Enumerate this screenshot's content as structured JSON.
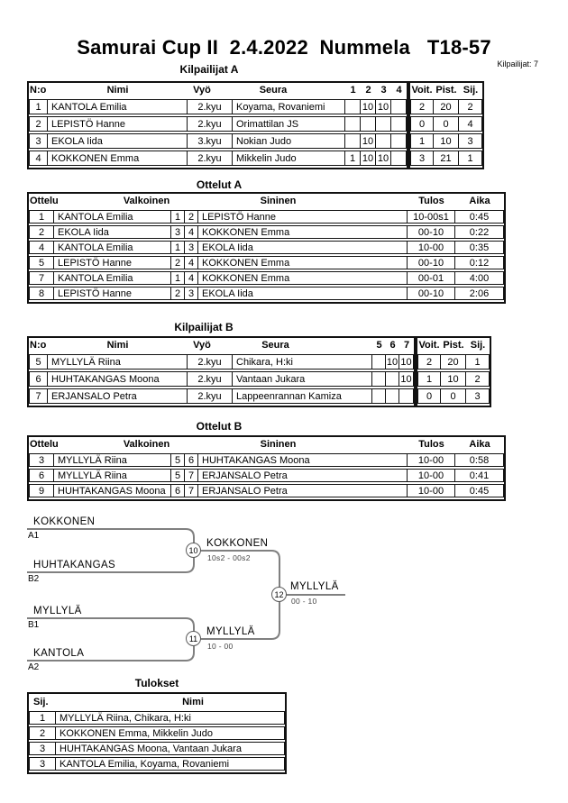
{
  "page": {
    "title": "Samurai Cup II  2.4.2022  Nummela   T18-57",
    "competitors_label": "Kilpailijat: 7"
  },
  "pool_a": {
    "title": "Kilpailijat A",
    "headers": {
      "no": "N:o",
      "name": "Nimi",
      "belt": "Vyö",
      "club": "Seura",
      "r1": "1",
      "r2": "2",
      "r3": "3",
      "r4": "4",
      "wins": "Voit.",
      "points": "Pist.",
      "place": "Sij."
    },
    "rows": [
      {
        "no": "1",
        "name": "KANTOLA Emilia",
        "belt": "2.kyu",
        "club": "Koyama, Rovaniemi",
        "r1": "",
        "r2": "10",
        "r3": "10",
        "r4": "",
        "wins": "2",
        "points": "20",
        "place": "2"
      },
      {
        "no": "2",
        "name": "LEPISTÖ Hanne",
        "belt": "2.kyu",
        "club": "Orimattilan JS",
        "r1": "",
        "r2": "",
        "r3": "",
        "r4": "",
        "wins": "0",
        "points": "0",
        "place": "4"
      },
      {
        "no": "3",
        "name": "EKOLA Iida",
        "belt": "3.kyu",
        "club": "Nokian Judo",
        "r1": "",
        "r2": "10",
        "r3": "",
        "r4": "",
        "wins": "1",
        "points": "10",
        "place": "3"
      },
      {
        "no": "4",
        "name": "KOKKONEN Emma",
        "belt": "2.kyu",
        "club": "Mikkelin Judo",
        "r1": "1",
        "r2": "10",
        "r3": "10",
        "r4": "",
        "wins": "3",
        "points": "21",
        "place": "1"
      }
    ]
  },
  "matches_a": {
    "title": "Ottelut A",
    "headers": {
      "match": "Ottelu",
      "white": "Valkoinen",
      "blue": "Sininen",
      "result": "Tulos",
      "time": "Aika"
    },
    "rows": [
      {
        "no": "1",
        "white": "KANTOLA Emilia",
        "wn": "1",
        "bn": "2",
        "blue": "LEPISTÖ Hanne",
        "result": "10-00s1",
        "time": "0:45"
      },
      {
        "no": "2",
        "white": "EKOLA Iida",
        "wn": "3",
        "bn": "4",
        "blue": "KOKKONEN Emma",
        "result": "00-10",
        "time": "0:22"
      },
      {
        "no": "4",
        "white": "KANTOLA Emilia",
        "wn": "1",
        "bn": "3",
        "blue": "EKOLA Iida",
        "result": "10-00",
        "time": "0:35"
      },
      {
        "no": "5",
        "white": "LEPISTÖ Hanne",
        "wn": "2",
        "bn": "4",
        "blue": "KOKKONEN Emma",
        "result": "00-10",
        "time": "0:12"
      },
      {
        "no": "7",
        "white": "KANTOLA Emilia",
        "wn": "1",
        "bn": "4",
        "blue": "KOKKONEN Emma",
        "result": "00-01",
        "time": "4:00"
      },
      {
        "no": "8",
        "white": "LEPISTÖ Hanne",
        "wn": "2",
        "bn": "3",
        "blue": "EKOLA Iida",
        "result": "00-10",
        "time": "2:06"
      }
    ]
  },
  "pool_b": {
    "title": "Kilpailijat B",
    "headers": {
      "no": "N:o",
      "name": "Nimi",
      "belt": "Vyö",
      "club": "Seura",
      "r1": "5",
      "r2": "6",
      "r3": "7",
      "wins": "Voit.",
      "points": "Pist.",
      "place": "Sij."
    },
    "rows": [
      {
        "no": "5",
        "name": "MYLLYLÄ Riina",
        "belt": "2.kyu",
        "club": "Chikara, H:ki",
        "r1": "",
        "r2": "10",
        "r3": "10",
        "wins": "2",
        "points": "20",
        "place": "1"
      },
      {
        "no": "6",
        "name": "HUHTAKANGAS Moona",
        "belt": "2.kyu",
        "club": "Vantaan Jukara",
        "r1": "",
        "r2": "",
        "r3": "10",
        "wins": "1",
        "points": "10",
        "place": "2"
      },
      {
        "no": "7",
        "name": "ERJANSALO Petra",
        "belt": "2.kyu",
        "club": "Lappeenrannan Kamiza",
        "r1": "",
        "r2": "",
        "r3": "",
        "wins": "0",
        "points": "0",
        "place": "3"
      }
    ]
  },
  "matches_b": {
    "title": "Ottelut B",
    "headers": {
      "match": "Ottelu",
      "white": "Valkoinen",
      "blue": "Sininen",
      "result": "Tulos",
      "time": "Aika"
    },
    "rows": [
      {
        "no": "3",
        "white": "MYLLYLÄ Riina",
        "wn": "5",
        "bn": "6",
        "blue": "HUHTAKANGAS Moona",
        "result": "10-00",
        "time": "0:58"
      },
      {
        "no": "6",
        "white": "MYLLYLÄ Riina",
        "wn": "5",
        "bn": "7",
        "blue": "ERJANSALO Petra",
        "result": "10-00",
        "time": "0:41"
      },
      {
        "no": "9",
        "white": "HUHTAKANGAS Moona",
        "wn": "6",
        "bn": "7",
        "blue": "ERJANSALO Petra",
        "result": "10-00",
        "time": "0:45"
      }
    ]
  },
  "bracket": {
    "sf1": {
      "top": "KOKKONEN",
      "top_seed": "A1",
      "bottom": "HUHTAKANGAS",
      "bottom_seed": "B2",
      "match_no": "10",
      "winner": "KOKKONEN",
      "score": "10s2 - 00s2"
    },
    "sf2": {
      "top": "MYLLYLÄ",
      "top_seed": "B1",
      "bottom": "KANTOLA",
      "bottom_seed": "A2",
      "match_no": "11",
      "winner": "MYLLYLÄ",
      "score": "10 - 00"
    },
    "final": {
      "match_no": "12",
      "winner": "MYLLYLÄ",
      "score": "00 - 10"
    }
  },
  "results": {
    "title": "Tulokset",
    "headers": {
      "place": "Sij.",
      "name": "Nimi"
    },
    "rows": [
      {
        "place": "1",
        "name": "MYLLYLÄ Riina, Chikara, H:ki"
      },
      {
        "place": "2",
        "name": "KOKKONEN Emma, Mikkelin Judo"
      },
      {
        "place": "3",
        "name": "HUHTAKANGAS Moona, Vantaan Jukara"
      },
      {
        "place": "3",
        "name": "KANTOLA Emilia, Koyama, Rovaniemi"
      }
    ]
  }
}
